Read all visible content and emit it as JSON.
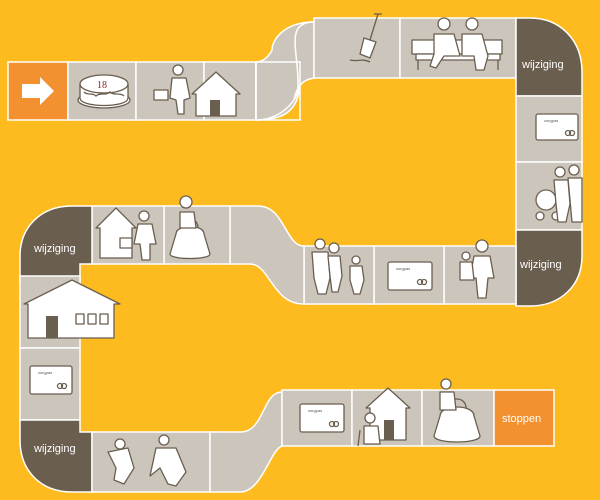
{
  "board": {
    "background_color": "#FDBB1F",
    "square_color": "#CCC5BB",
    "change_square_color": "#6A5E4F",
    "start_stop_color": "#F3902F",
    "start_arrow_icon": "right-arrow-icon",
    "stop_label": "stoppen",
    "change_label": "wijziging",
    "cake_number": "18",
    "card_text": "zorgpas"
  }
}
